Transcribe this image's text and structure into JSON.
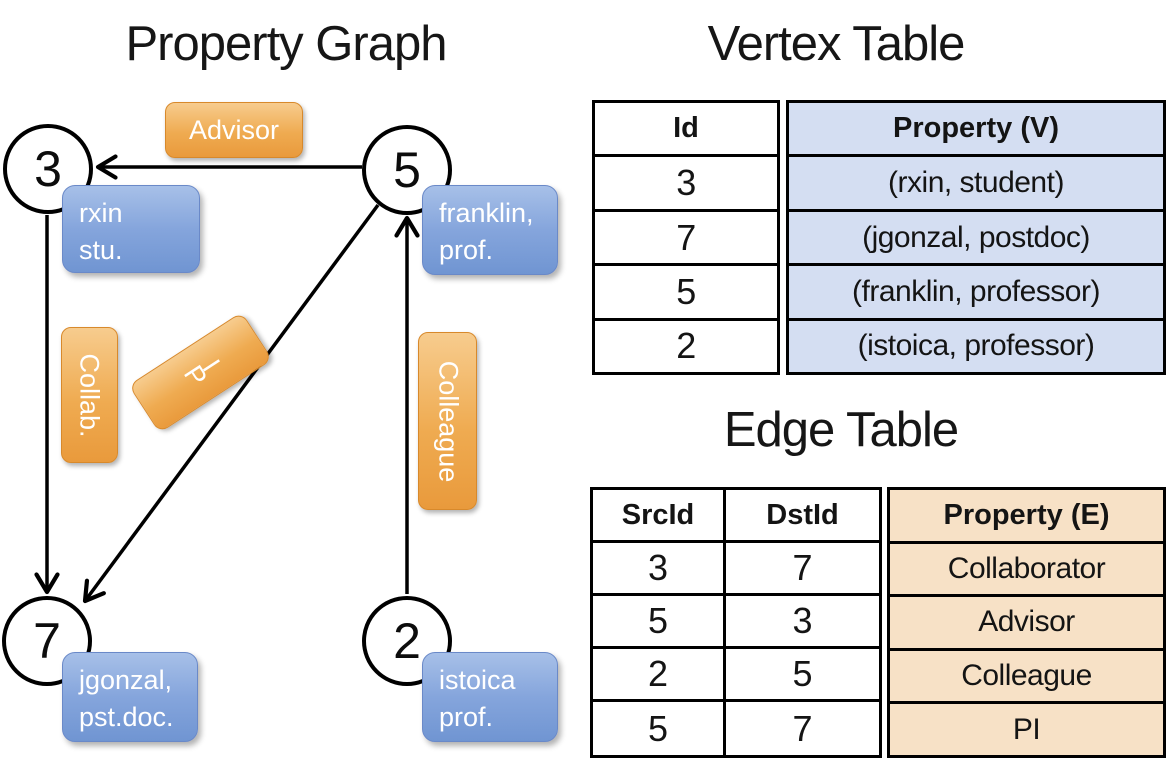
{
  "titles": {
    "graph": "Property Graph",
    "vertex": "Vertex Table",
    "edge": "Edge Table"
  },
  "graph": {
    "nodes": [
      {
        "id": "3",
        "line1": "rxin",
        "line2": "stu."
      },
      {
        "id": "5",
        "line1": "franklin,",
        "line2": "prof."
      },
      {
        "id": "7",
        "line1": "jgonzal,",
        "line2": "pst.doc."
      },
      {
        "id": "2",
        "line1": "istoica",
        "line2": "prof."
      }
    ],
    "edge_labels": {
      "advisor": "Advisor",
      "collab": "Collab.",
      "pi": "PI",
      "colleague": "Colleague"
    }
  },
  "vertex_table": {
    "headers": {
      "id": "Id",
      "property": "Property (V)"
    },
    "rows": [
      {
        "id": "3",
        "property": "(rxin, student)"
      },
      {
        "id": "7",
        "property": "(jgonzal, postdoc)"
      },
      {
        "id": "5",
        "property": "(franklin, professor)"
      },
      {
        "id": "2",
        "property": "(istoica, professor)"
      }
    ]
  },
  "edge_table": {
    "headers": {
      "src": "SrcId",
      "dst": "DstId",
      "property": "Property (E)"
    },
    "rows": [
      {
        "src": "3",
        "dst": "7",
        "property": "Collaborator"
      },
      {
        "src": "5",
        "dst": "3",
        "property": "Advisor"
      },
      {
        "src": "2",
        "dst": "5",
        "property": "Colleague"
      },
      {
        "src": "5",
        "dst": "7",
        "property": "PI"
      }
    ]
  },
  "colors": {
    "orange_label": "#efa84d",
    "blue_box": "#7e9fd8",
    "vertex_property_fill": "#d4def2",
    "edge_property_fill": "#f7e1c6",
    "line": "#000000"
  }
}
